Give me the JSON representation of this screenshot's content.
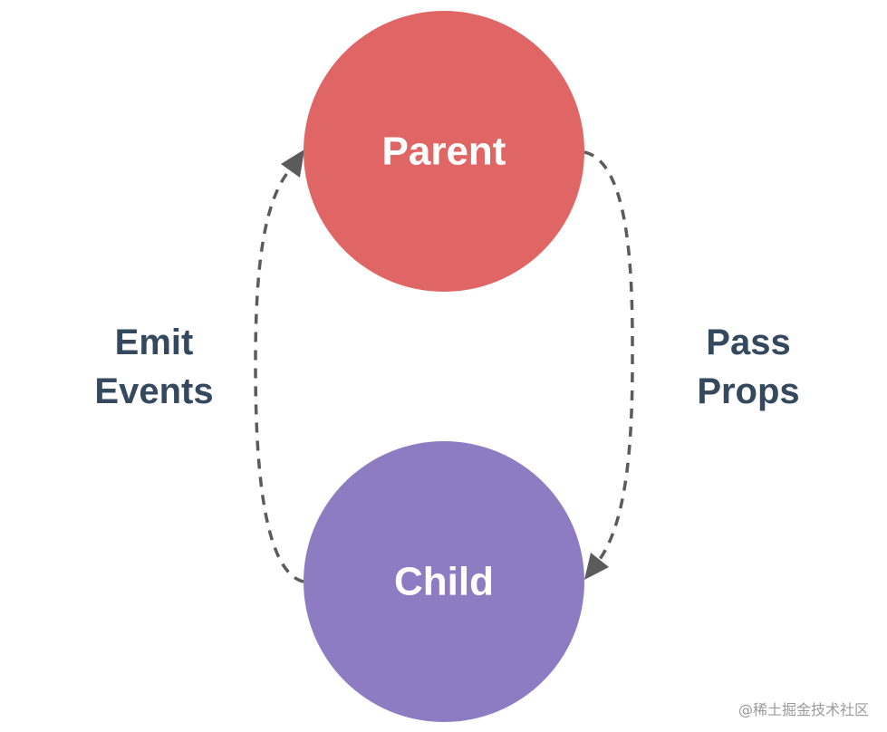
{
  "diagram": {
    "parent": {
      "label": "Parent",
      "color": "#e06666"
    },
    "child": {
      "label": "Child",
      "color": "#8e7cc3"
    },
    "left_edge": {
      "line1": "Emit",
      "line2": "Events",
      "direction": "child-to-parent"
    },
    "right_edge": {
      "line1": "Pass",
      "line2": "Props",
      "direction": "parent-to-child"
    },
    "text_color": "#34495e",
    "arrow_color": "#5b5b5b"
  },
  "watermark": {
    "text": "@稀土掘金技术社区"
  }
}
